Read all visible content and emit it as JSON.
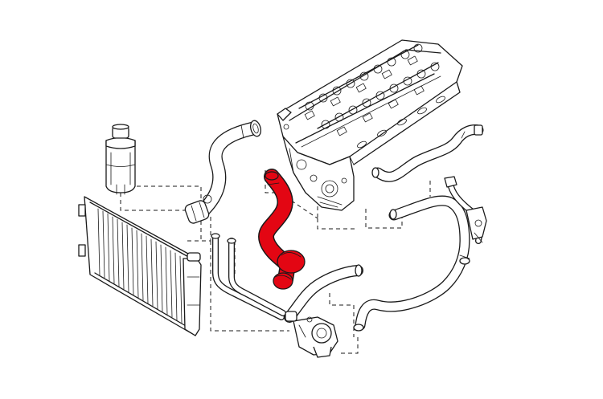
{
  "highlight_color": "#e30613",
  "line_color": "#1a1a1a",
  "background_color": "#ffffff",
  "parts": [
    {
      "id": "engine-cylinder-head",
      "icon": "engine-head-icon"
    },
    {
      "id": "expansion-tank",
      "icon": "reservoir-icon"
    },
    {
      "id": "radiator",
      "icon": "radiator-icon"
    },
    {
      "id": "upper-radiator-hose",
      "icon": "hose-icon"
    },
    {
      "id": "highlighted-coolant-hose",
      "icon": "hose-icon",
      "highlighted": true
    },
    {
      "id": "lower-radiator-pipe",
      "icon": "pipe-icon"
    },
    {
      "id": "water-pump",
      "icon": "pump-icon"
    },
    {
      "id": "heater-hose-upper",
      "icon": "hose-icon"
    },
    {
      "id": "heater-hose-lower",
      "icon": "hose-icon"
    },
    {
      "id": "bleed-hose",
      "icon": "hose-icon"
    }
  ]
}
